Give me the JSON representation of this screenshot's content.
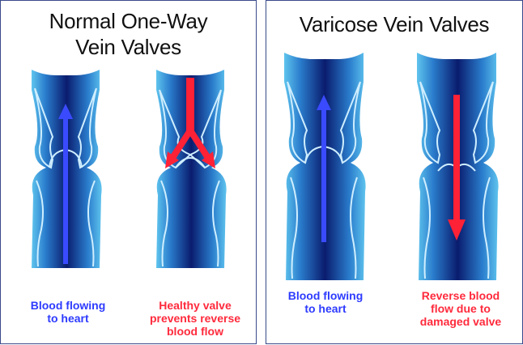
{
  "left_panel": {
    "title_line1": "Normal One-Way",
    "title_line2": "Vein Valves",
    "caption_blue_line1": "Blood flowing",
    "caption_blue_line2": "to heart",
    "caption_red_line1": "Healthy valve",
    "caption_red_line2": "prevents reverse",
    "caption_red_line3": "blood flow"
  },
  "right_panel": {
    "title": "Varicose Vein Valves",
    "caption_blue_line1": "Blood flowing",
    "caption_blue_line2": "to heart",
    "caption_red_line1": "Reverse blood",
    "caption_red_line2": "flow due to",
    "caption_red_line3": "damaged valve"
  },
  "colors": {
    "blue_arrow": "#3a4bff",
    "red_arrow": "#ff2136",
    "vein_dark": "#0a1c6e",
    "vein_light": "#4fb3e8",
    "border": "#3a4a8a"
  }
}
